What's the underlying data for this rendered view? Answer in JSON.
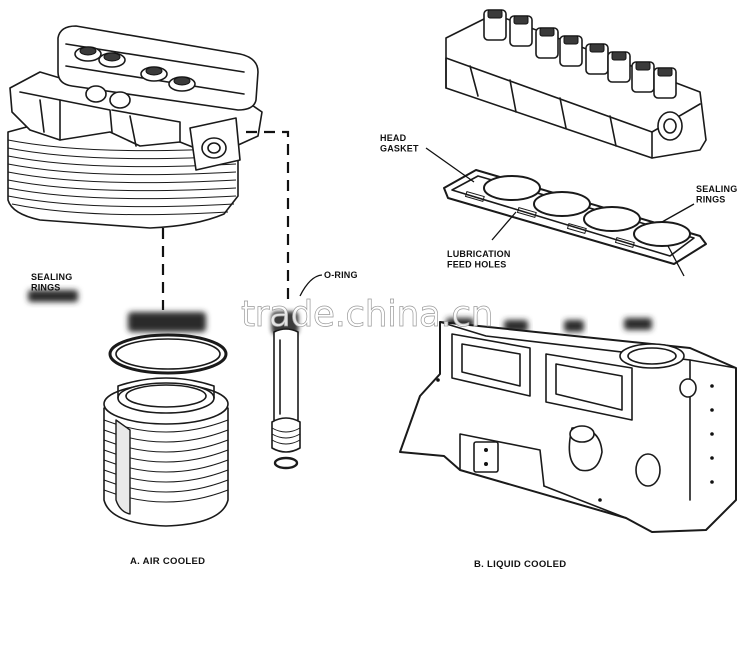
{
  "labels": {
    "sealing_rings_left": "SEALING\nRINGS",
    "o_ring": "O-RING",
    "head_gasket": "HEAD\nGASKET",
    "sealing_rings_right": "SEALING\nRINGS",
    "lubrication_feed_holes": "LUBRICATION\nFEED HOLES"
  },
  "captions": {
    "air_cooled": "A. AIR COOLED",
    "liquid_cooled": "B. LIQUID COOLED"
  },
  "watermark": "trade.china.cn"
}
